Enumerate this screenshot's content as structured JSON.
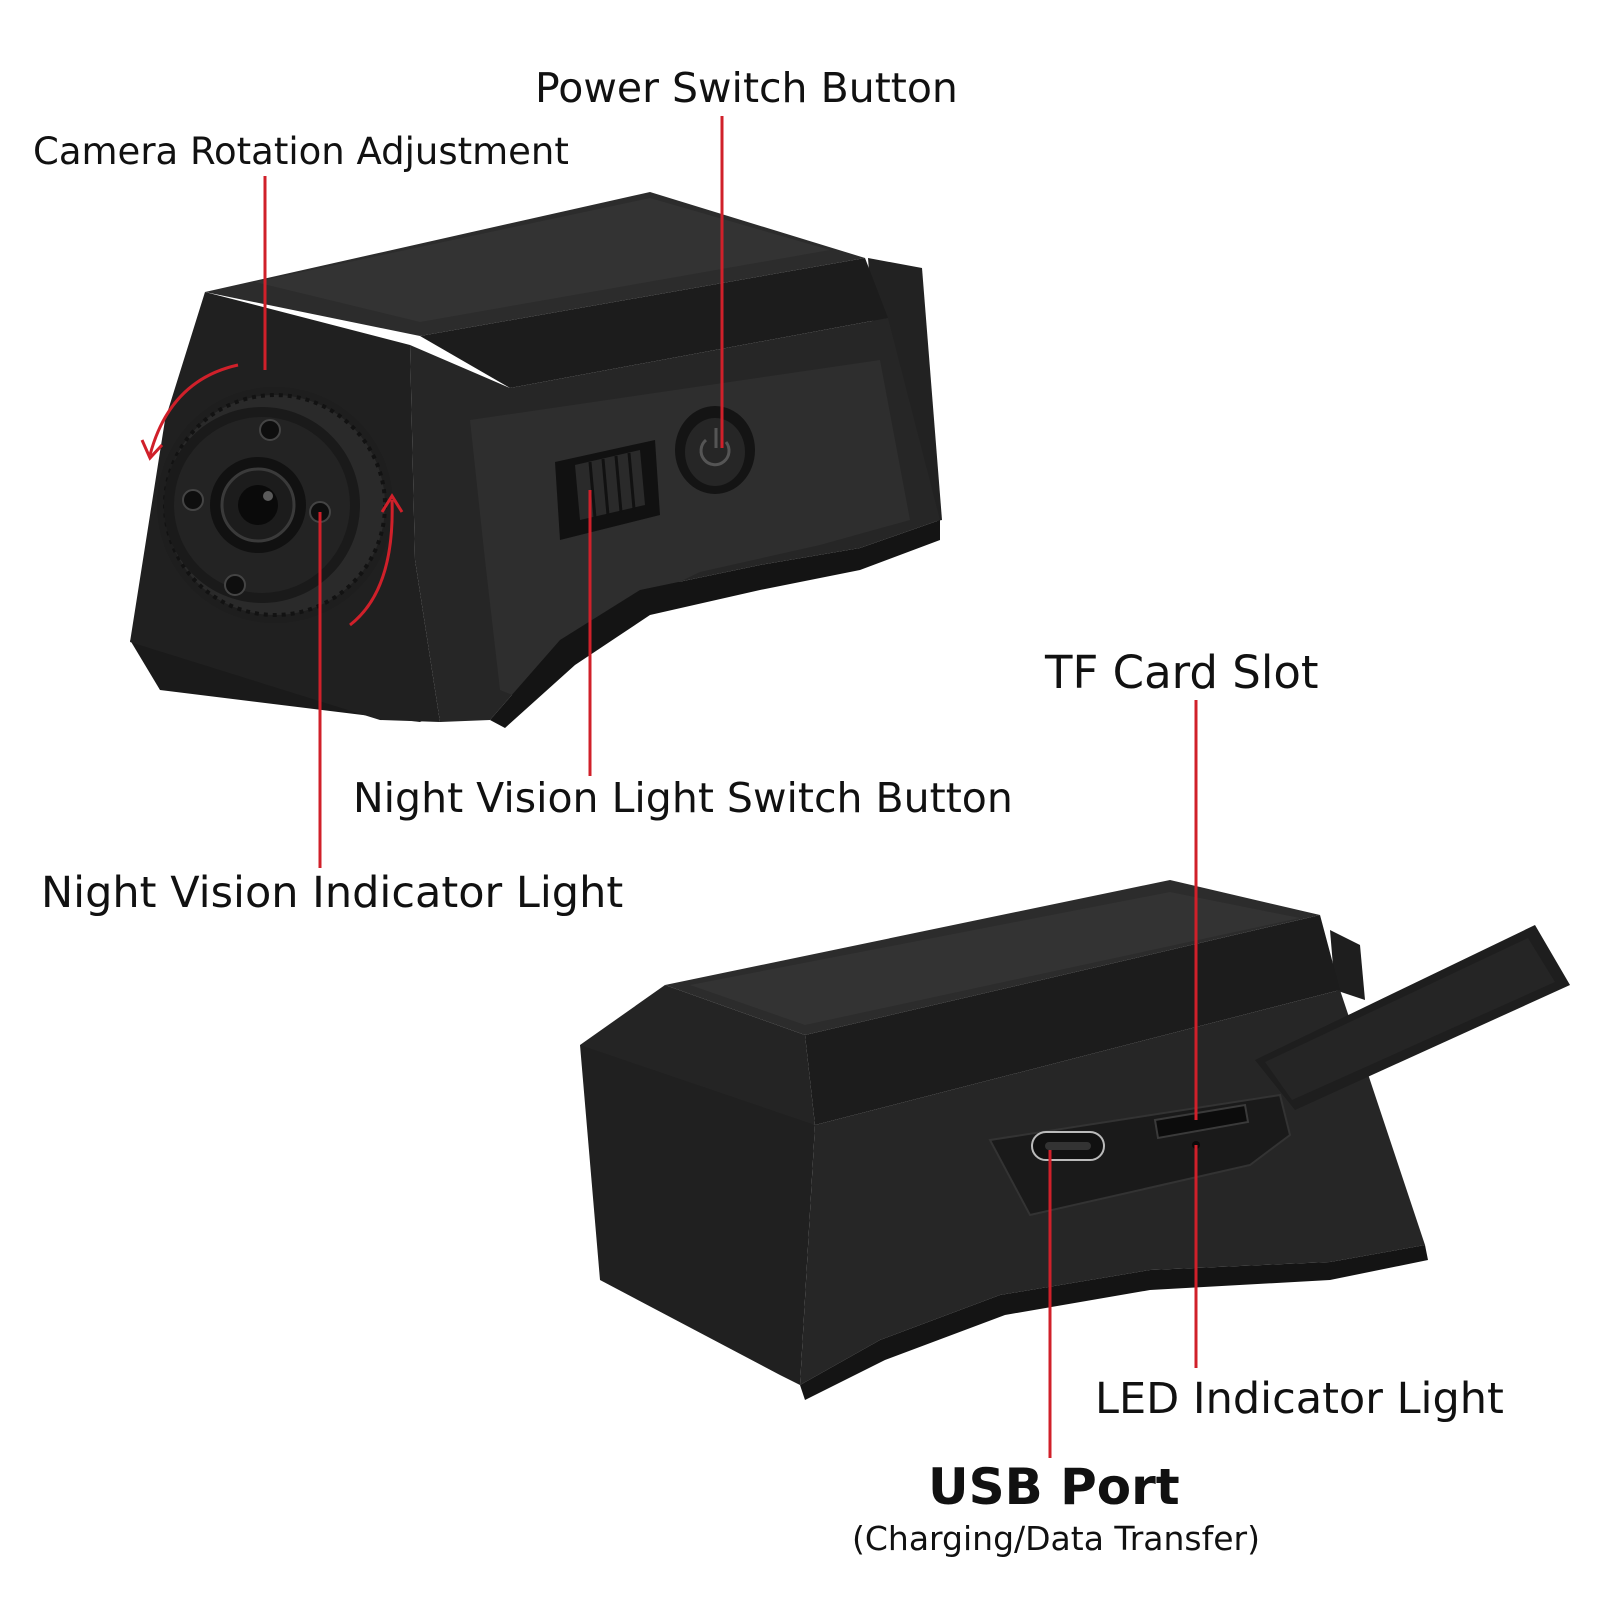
{
  "labels": {
    "camera_rotation": "Camera Rotation Adjustment",
    "power_switch": "Power Switch Button",
    "night_vision_switch": "Night Vision Light Switch Button",
    "night_vision_indicator": "Night Vision Indicator Light",
    "tf_card_slot": "TF Card Slot",
    "led_indicator": "LED Indicator Light",
    "usb_port": "USB Port",
    "usb_port_note": "(Charging/Data Transfer)"
  },
  "colors": {
    "callout_line": "#d0202a",
    "device_body": "#2a2a2a",
    "device_dark": "#161616",
    "device_light": "#3d3d3d",
    "background": "#ffffff",
    "label_text": "#111111"
  }
}
